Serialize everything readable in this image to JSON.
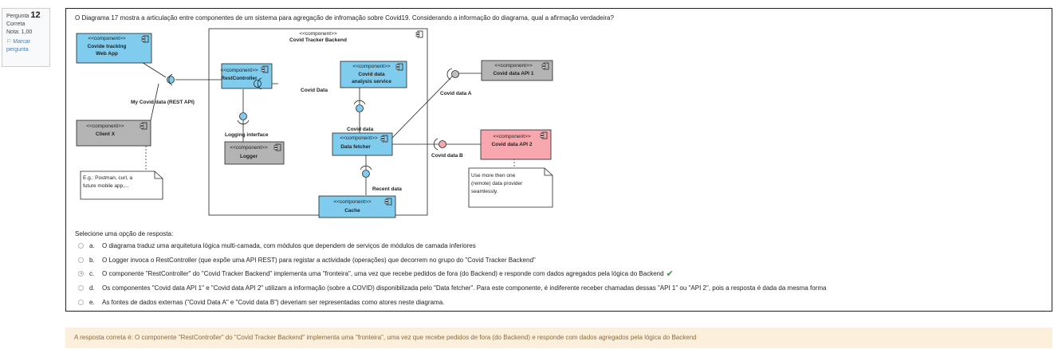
{
  "info": {
    "question_label": "Pergunta",
    "question_number": "12",
    "state": "Correta",
    "grade": "Nota: 1,00",
    "flag_label": "Marcar pergunta"
  },
  "question": {
    "prompt": "O Diagrama 17 mostra a articulação entre componentes de um sistema para agregação de infromação sobre Covid19. Considerando a informação do diagrama, qual a afirmação verdadeira?"
  },
  "diagram": {
    "stereotype": "<<component>>",
    "backend_title": "Covid Tracker Backend",
    "web_app_line1": "Covide tracking",
    "web_app_line2": "Web App",
    "rest_controller": "RestController",
    "analysis_line1": "Covid data",
    "analysis_line2": "analysis service",
    "api1": "Covid data API 1",
    "api2": "Covid data API 2",
    "client": "Client X",
    "logger": "Logger",
    "fetcher": "Data fetcher",
    "cache": "Cache",
    "if_rest_api": "My Covid data (REST API)",
    "if_covid_data_top": "Covid Data",
    "if_logging": "Logging interface",
    "if_covid_data_mid": "Covid data",
    "if_covid_data_a": "Covid data A",
    "if_covid_data_b": "Covid data B",
    "if_recent": "Recent data",
    "note_client_line1": "E.g.: Postman, curl, a",
    "note_client_line2": "future mobile app,...",
    "note_api2_line1": "Use more then one",
    "note_api2_line2": "(remote) data provider",
    "note_api2_line3": "seamlessly.",
    "colors": {
      "blue": "#7fccee",
      "gray": "#b4b4b4",
      "pink": "#f7a7ad"
    }
  },
  "answers": {
    "select_label": "Selecione uma opção de resposta:",
    "options": [
      {
        "letter": "a.",
        "text": "O diagrama traduz uma arquitetura lógica multi-camada, com módulos que dependem de serviços de módulos de camada inferiores"
      },
      {
        "letter": "b.",
        "text": "O Logger invoca o RestController (que expõe uma API REST) para registar a actividade (operações) que decorrem no grupo do \"Covid Tracker Backend\""
      },
      {
        "letter": "c.",
        "text": "O componente \"RestController\" do \"Covid Tracker Backend\" implementa uma \"fronteira\", uma vez que recebe pedidos de fora (do Backend) e responde com dados agregados pela lógica do Backend"
      },
      {
        "letter": "d.",
        "text": "Os componentes \"Covid data API 1\" e \"Covid data API 2\" utilizam a informação (sobre a COVID) disponibilizada pelo \"Data fetcher\". Para este componente, é indiferente receber chamadas dessas \"API 1\" ou \"API 2\", pois a resposta é dada da mesma forma"
      },
      {
        "letter": "e.",
        "text": "As fontes de dados externas (\"Covid Data A\" e \"Covid data B\") deveriam ser representadas como atores neste diagrama."
      }
    ],
    "selected": "c."
  },
  "feedback": {
    "correct_answer": "A resposta correta é: O componente \"RestController\" do \"Covid Tracker Backend\" implementa uma \"fronteira\", uma vez que recebe pedidos de fora (do Backend) e responde com dados agregados pela lógica do Backend"
  }
}
